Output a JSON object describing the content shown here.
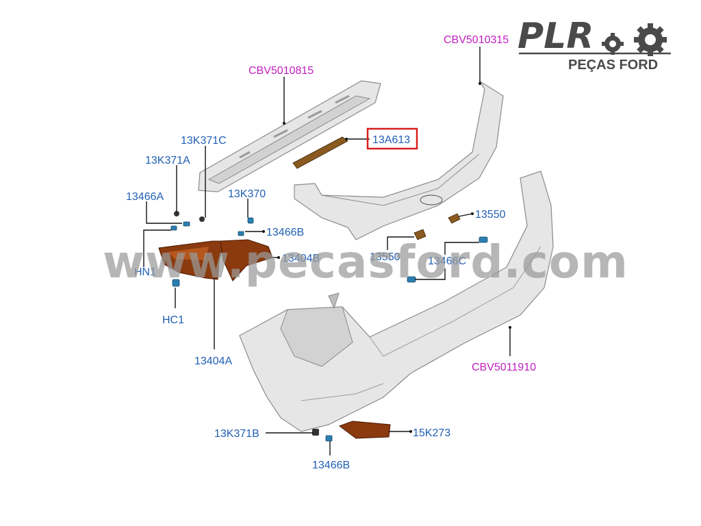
{
  "logo": {
    "brand": "PLR",
    "tagline": "PEÇAS FORD"
  },
  "watermark": "www.pecasford.com",
  "labels": {
    "cbv5010315": "CBV5010315",
    "cbv5010815": "CBV5010815",
    "k13a613": "13A613",
    "k13k371c": "13K371C",
    "k13k371a": "13K371A",
    "k13466a": "13466A",
    "k13k370": "13K370",
    "k13466b_top": "13466B",
    "k13404b": "13404B",
    "hn1": "HN1",
    "hc1": "HC1",
    "k13404a": "13404A",
    "k13550_right": "13550",
    "k13550_left": "13550",
    "k13466c": "13466C",
    "cbv5011910": "CBV5011910",
    "k13k371b": "13K371B",
    "k15k273": "15K273",
    "k13466b_bottom": "13466B"
  },
  "highlight": {
    "part": "13A613",
    "color": "#d81e1e"
  },
  "colors": {
    "part_number": "#1f5fb4",
    "assembly_number": "#c01ec0",
    "lamp": "#8a3a0e",
    "clip": "#2a7fb0"
  }
}
